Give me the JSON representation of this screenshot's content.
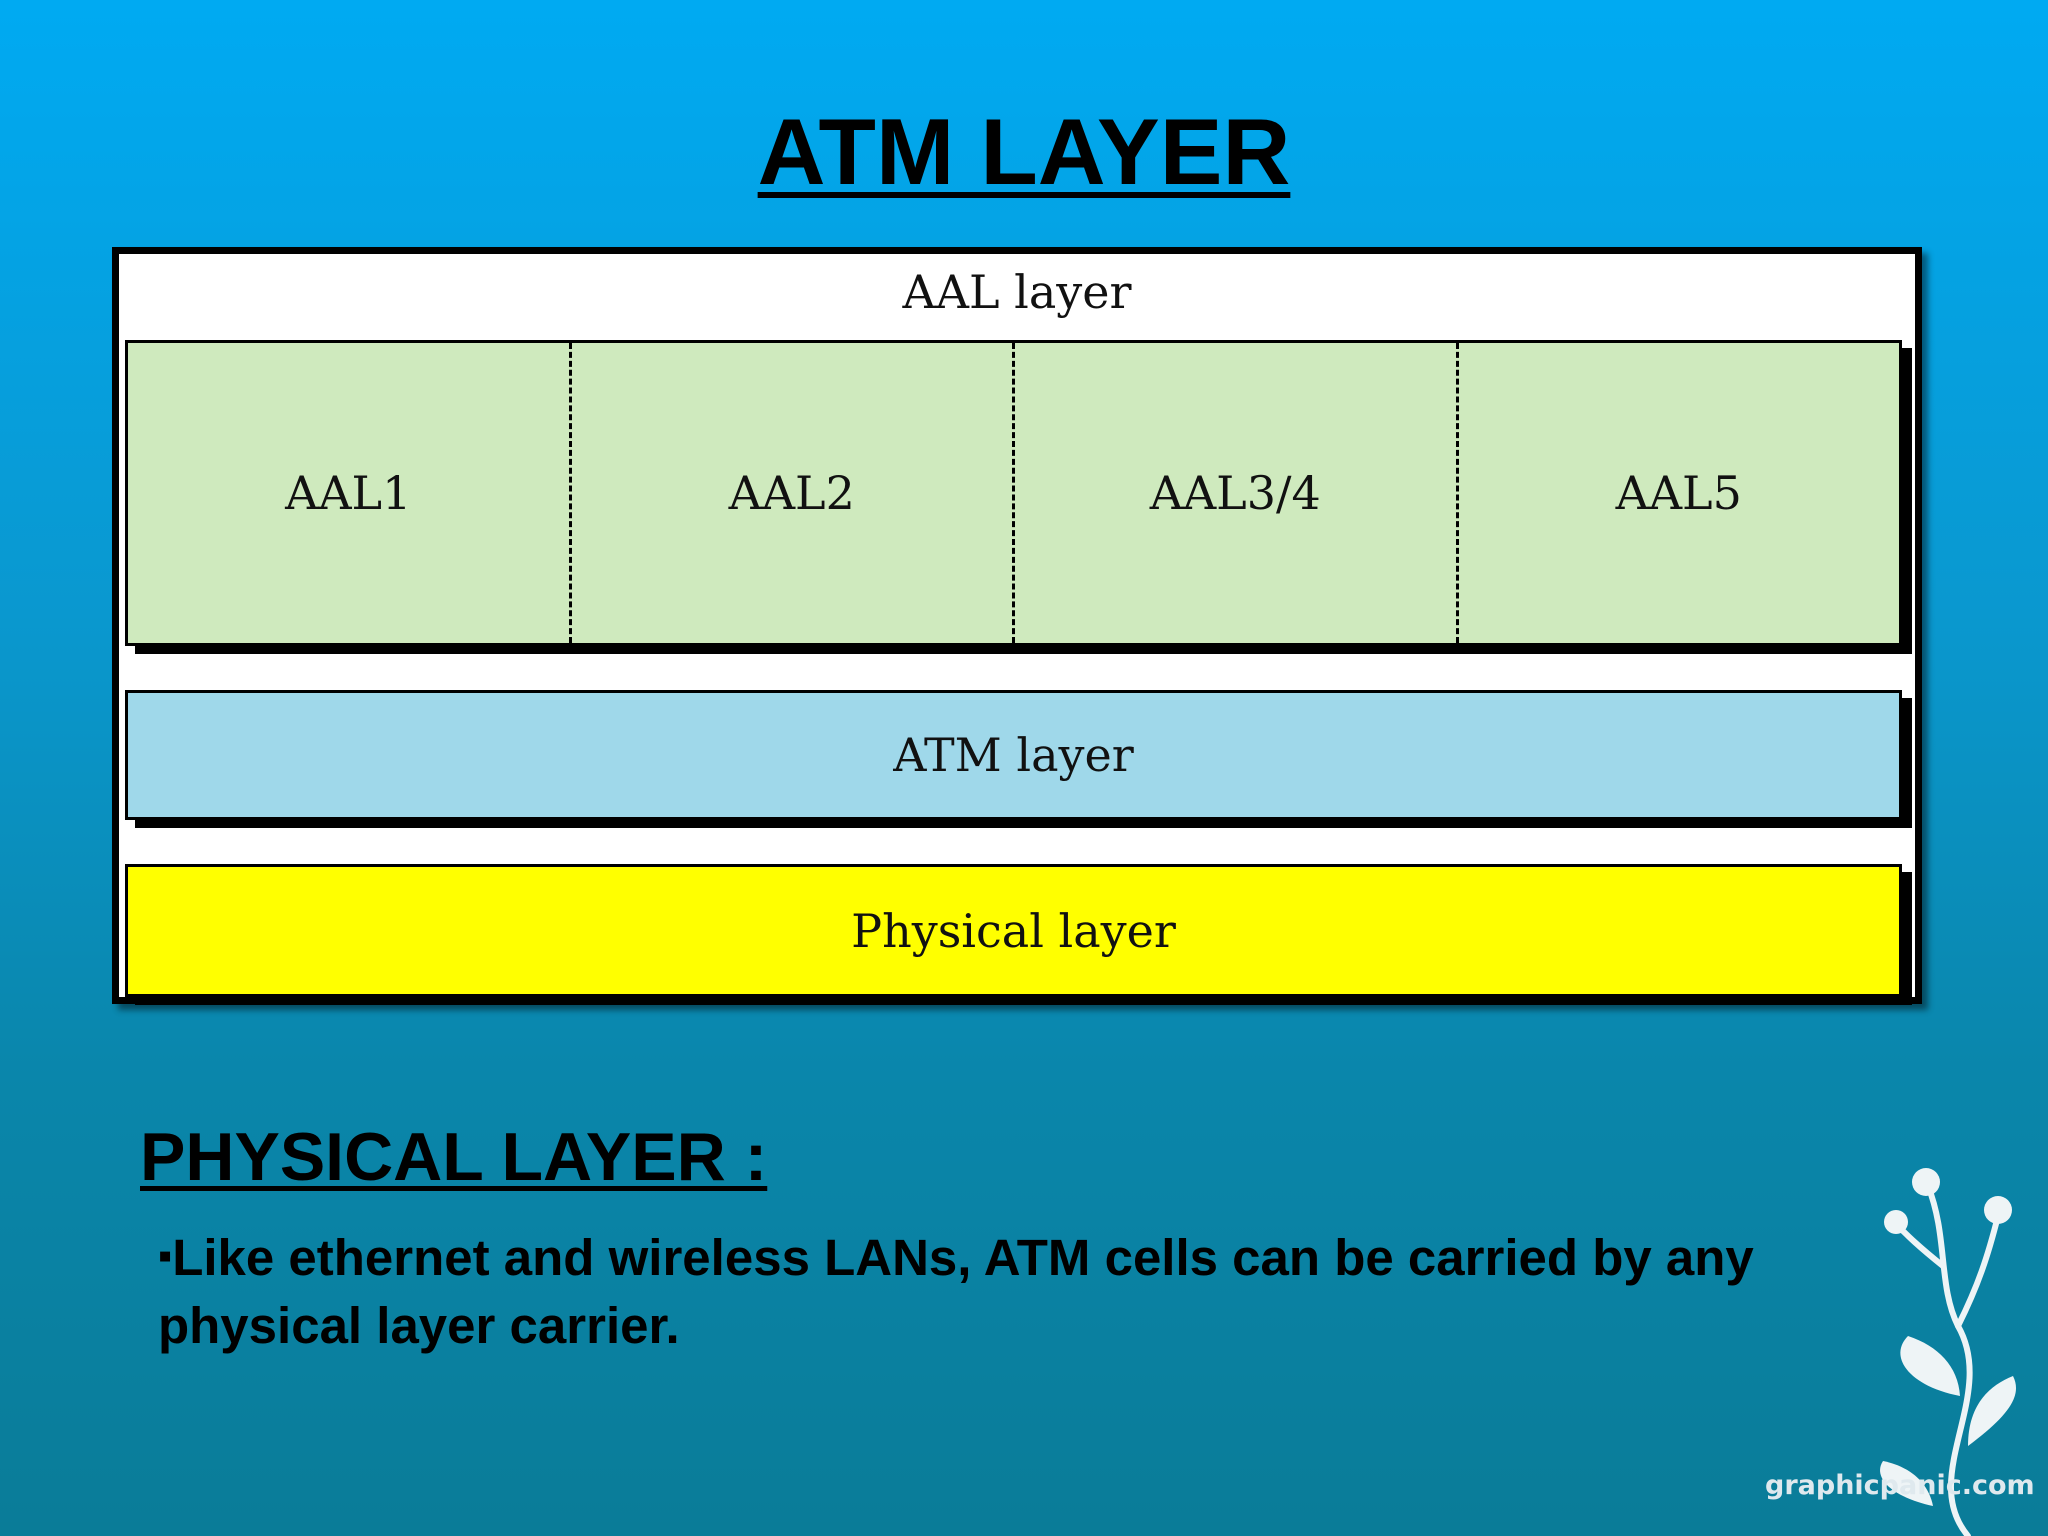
{
  "title": "ATM LAYER",
  "diagram": {
    "header": "AAL layer",
    "aal_types": [
      "AAL1",
      "AAL2",
      "AAL3/4",
      "AAL5"
    ],
    "atm_layer": "ATM layer",
    "physical_layer": "Physical layer",
    "colors": {
      "aal_fill": "#cfeabe",
      "atm_fill": "#9fd8ea",
      "physical_fill": "#ffff00"
    }
  },
  "section": {
    "heading": "PHYSICAL LAYER :",
    "bullet_marker": "▪",
    "bullet_text": "Like ethernet and wireless LANs, ATM cells can be carried by any physical layer carrier."
  },
  "watermark": "graphicpanic.com",
  "decoration_icon": "floral-branch-icon"
}
